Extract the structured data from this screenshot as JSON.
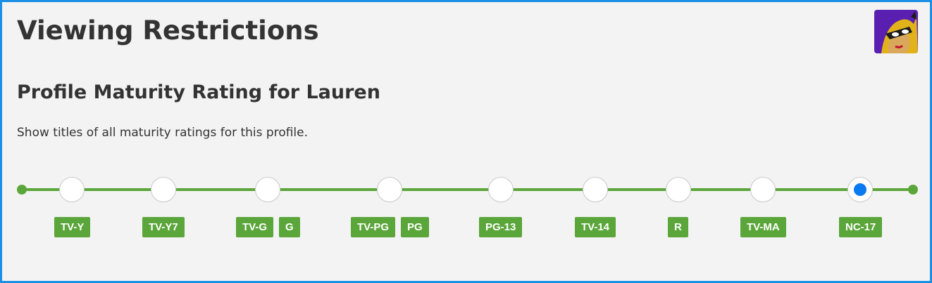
{
  "page": {
    "title": "Viewing Restrictions",
    "subtitle": "Profile Maturity Rating for Lauren",
    "description": "Show titles of all maturity ratings for this profile."
  },
  "colors": {
    "track": "#5ba63a",
    "selected": "#0a7af0",
    "frame": "#1a8fe6"
  },
  "avatar": {
    "icon": "masked-character-avatar-icon"
  },
  "slider": {
    "levels": [
      {
        "labels": [
          "TV-Y"
        ]
      },
      {
        "labels": [
          "TV-Y7"
        ]
      },
      {
        "labels": [
          "TV-G",
          "G"
        ]
      },
      {
        "labels": [
          "TV-PG",
          "PG"
        ]
      },
      {
        "labels": [
          "PG-13"
        ]
      },
      {
        "labels": [
          "TV-14"
        ]
      },
      {
        "labels": [
          "R"
        ]
      },
      {
        "labels": [
          "TV-MA"
        ]
      },
      {
        "labels": [
          "NC-17"
        ]
      }
    ],
    "selected_index": 8
  }
}
